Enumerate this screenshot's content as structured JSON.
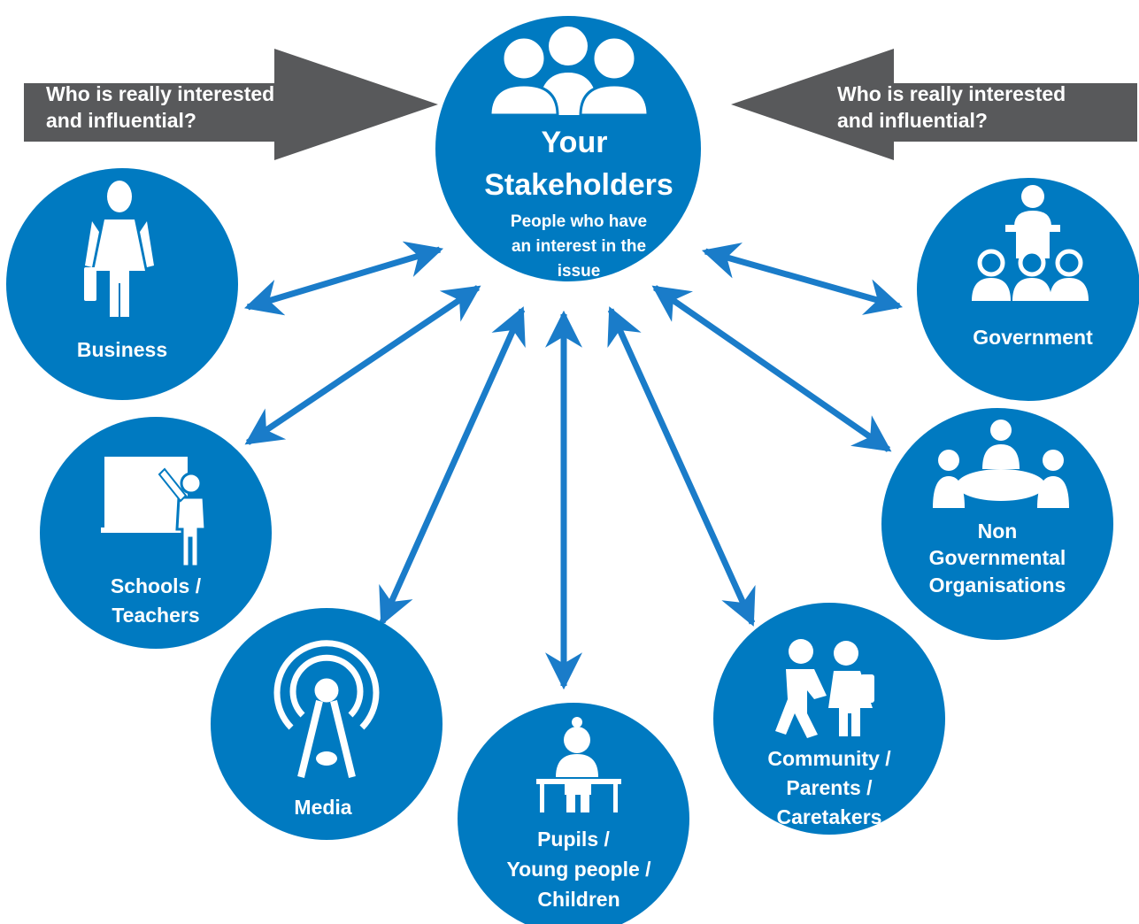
{
  "colors": {
    "circle": "#007ac1",
    "arrow": "#1a7cc9",
    "pointer": "#58595b",
    "text": "#ffffff"
  },
  "pointers": {
    "left": [
      "Who is really interested",
      "and influential?"
    ],
    "right": [
      "Who is really interested",
      "and influential?"
    ]
  },
  "center": {
    "icon": "group-of-people-icon",
    "title": [
      "Your",
      "Stakeholders"
    ],
    "subtitle": [
      "People who have",
      "an interest in the",
      "issue"
    ]
  },
  "stakeholders": [
    {
      "key": "business",
      "icon": "businesswoman-icon",
      "label": [
        "Business"
      ]
    },
    {
      "key": "schools",
      "icon": "teacher-at-board-icon",
      "label": [
        "Schools /",
        "Teachers"
      ]
    },
    {
      "key": "media",
      "icon": "broadcast-tower-icon",
      "label": [
        "Media"
      ]
    },
    {
      "key": "pupils",
      "icon": "pupil-at-desk-icon",
      "label": [
        "Pupils /",
        "Young people /",
        "Children"
      ]
    },
    {
      "key": "community",
      "icon": "parent-and-child-icon",
      "label": [
        "Community /",
        "Parents /",
        "Caretakers"
      ]
    },
    {
      "key": "ngo",
      "icon": "meeting-table-icon",
      "label": [
        "Non",
        "Governmental",
        "Organisations"
      ]
    },
    {
      "key": "government",
      "icon": "speaker-at-podium-icon",
      "label": [
        "Government"
      ]
    }
  ]
}
